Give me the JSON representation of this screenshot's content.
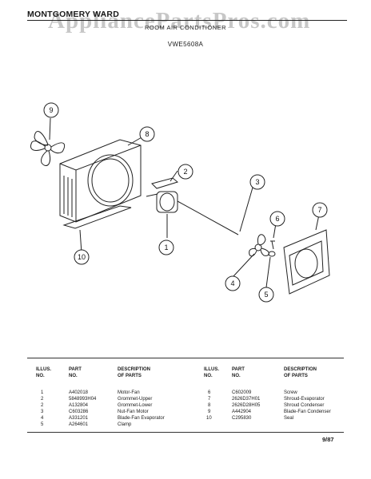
{
  "header": {
    "brand": "MONTGOMERY WARD",
    "watermark": "AppliancePartsPros.com",
    "subtitle": "ROOM AIR CONDITIONER",
    "model": "VWE5608A"
  },
  "callouts": [
    "9",
    "8",
    "2",
    "3",
    "6",
    "7",
    "1",
    "10",
    "4",
    "5"
  ],
  "table": {
    "col_illus": [
      "ILLUS.",
      "NO."
    ],
    "col_part": [
      "PART",
      "NO."
    ],
    "col_desc": [
      "DESCRIPTION",
      "OF PARTS"
    ],
    "left_rows": [
      {
        "illus": "1",
        "part": "A402018",
        "desc": "Motor-Fan"
      },
      {
        "illus": "2",
        "part": "5848993H04",
        "desc": "Grommet-Upper"
      },
      {
        "illus": "2",
        "part": "A132804",
        "desc": "Grommet-Lower"
      },
      {
        "illus": "3",
        "part": "C603286",
        "desc": "Nut-Fan Motor"
      },
      {
        "illus": "4",
        "part": "A331201",
        "desc": "Blade-Fan Evaporator"
      },
      {
        "illus": "5",
        "part": "A264601",
        "desc": "Clamp"
      }
    ],
    "right_rows": [
      {
        "illus": "6",
        "part": "C602009",
        "desc": "Screw"
      },
      {
        "illus": "7",
        "part": "2626D37H01",
        "desc": "Shroud-Evaporator"
      },
      {
        "illus": "8",
        "part": "2626D28H05",
        "desc": "Shroud Condenser"
      },
      {
        "illus": "9",
        "part": "A442904",
        "desc": "Blade-Fan Condenser"
      },
      {
        "illus": "10",
        "part": "C295830",
        "desc": "Seal"
      }
    ]
  },
  "footer": {
    "date": "9/87"
  }
}
